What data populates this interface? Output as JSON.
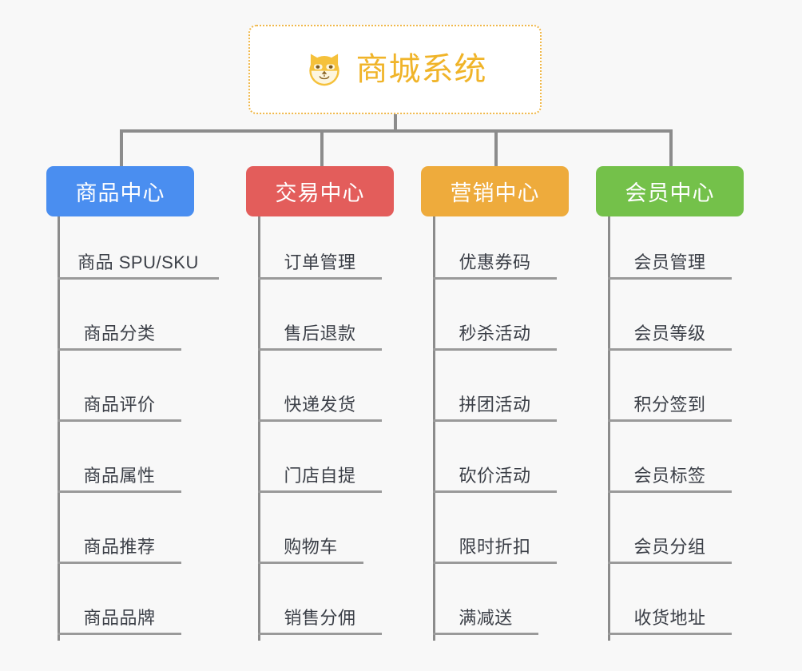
{
  "diagram": {
    "type": "mindmap",
    "background_color": "#f8f8f8",
    "connector_color": "#8c8c8c",
    "root": {
      "title": "商城系统",
      "icon": "dog-face-icon",
      "text_color": "#f0b429",
      "border_color": "#f0b84a",
      "background_color": "#ffffff"
    },
    "branches": [
      {
        "label": "商品中心",
        "color": "#4a8ef0",
        "items": [
          "商品 SPU/SKU",
          "商品分类",
          "商品评价",
          "商品属性",
          "商品推荐",
          "商品品牌"
        ]
      },
      {
        "label": "交易中心",
        "color": "#e35d5b",
        "items": [
          "订单管理",
          "售后退款",
          "快递发货",
          "门店自提",
          "购物车",
          "销售分佣"
        ]
      },
      {
        "label": "营销中心",
        "color": "#eeab3c",
        "items": [
          "优惠券码",
          "秒杀活动",
          "拼团活动",
          "砍价活动",
          "限时折扣",
          "满减送"
        ]
      },
      {
        "label": "会员中心",
        "color": "#74c14a",
        "items": [
          "会员管理",
          "会员等级",
          "积分签到",
          "会员标签",
          "会员分组",
          "收货地址"
        ]
      }
    ]
  }
}
